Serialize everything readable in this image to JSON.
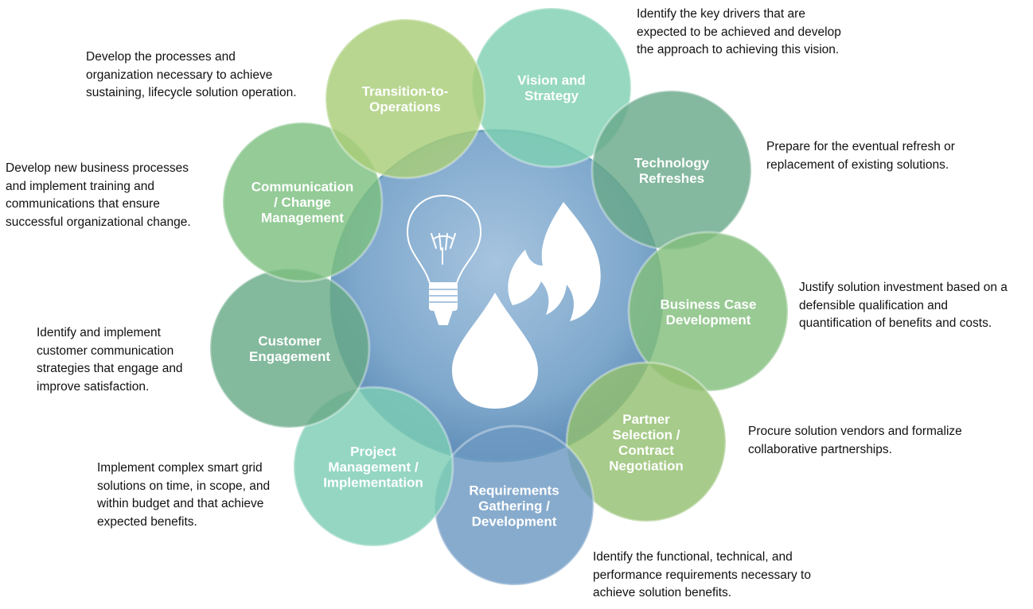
{
  "colors": {
    "center": "#7fa8cc",
    "center_light": "#aac6e0",
    "center_dark": "#5e8db8"
  },
  "icons": [
    "light-bulb-icon",
    "flame-icon",
    "water-drop-icon"
  ],
  "stages": [
    {
      "id": "vision-and-strategy",
      "title_lines": [
        "Vision and",
        "Strategy"
      ],
      "color": "#7fcfb2",
      "description_lines": [
        "Identify the key drivers that are",
        "expected to be achieved and develop",
        "the approach to achieving this vision."
      ]
    },
    {
      "id": "technology-refreshes",
      "title_lines": [
        "Technology",
        "Refreshes"
      ],
      "color": "#69a88a",
      "description_lines": [
        "Prepare for the eventual refresh or",
        "replacement of existing solutions."
      ]
    },
    {
      "id": "business-case-development",
      "title_lines": [
        "Business Case",
        "Development"
      ],
      "color": "#82be7c",
      "description_lines": [
        "Justify solution investment based on a",
        "defensible qualification and",
        "quantification of benefits and costs."
      ]
    },
    {
      "id": "partner-selection",
      "title_lines": [
        "Partner",
        "Selection /",
        "Contract",
        "Negotiation"
      ],
      "color": "#94c070",
      "description_lines": [
        "Procure solution vendors and formalize",
        "collaborative partnerships."
      ]
    },
    {
      "id": "requirements-gathering",
      "title_lines": [
        "Requirements",
        "Gathering /",
        "Development"
      ],
      "color": "#6c99c2",
      "description_lines": [
        "Identify the functional, technical, and",
        "performance requirements necessary to",
        "achieve solution benefits."
      ]
    },
    {
      "id": "project-management",
      "title_lines": [
        "Project",
        "Management /",
        "Implementation"
      ],
      "color": "#7ccdb4",
      "description_lines": [
        "Implement complex smart grid",
        "solutions on time, in scope, and",
        "within budget and that achieve",
        "expected benefits."
      ]
    },
    {
      "id": "customer-engagement",
      "title_lines": [
        "Customer",
        "Engagement"
      ],
      "color": "#68aa88",
      "description_lines": [
        "Identify and implement",
        "customer communication",
        "strategies that engage and",
        "improve satisfaction."
      ]
    },
    {
      "id": "communication-change-management",
      "title_lines": [
        "Communication",
        "/ Change",
        "Management"
      ],
      "color": "#7cbf80",
      "description_lines": [
        "Develop new business processes",
        "and implement training and",
        "communications that ensure",
        "successful organizational change."
      ]
    },
    {
      "id": "transition-to-operations",
      "title_lines": [
        "Transition-to-",
        "Operations"
      ],
      "color": "#a8cd78",
      "description_lines": [
        "Develop the processes and",
        "organization necessary to achieve",
        "sustaining, lifecycle solution operation."
      ]
    }
  ]
}
